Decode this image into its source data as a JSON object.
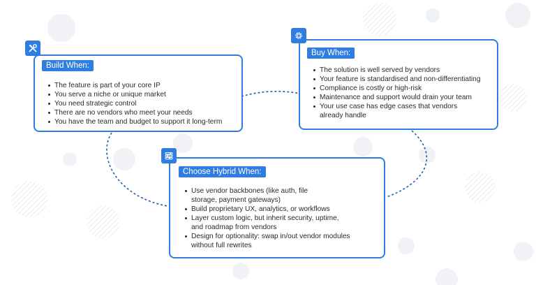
{
  "theme": {
    "accent": "#2f7de1",
    "line": "#1f5fae",
    "decor": "#e9eef6"
  },
  "build": {
    "icon": "tools-icon",
    "title": "Build When:",
    "items": [
      "The feature is part of your core IP",
      "You serve a niche or unique market",
      "You need strategic control",
      "There are no vendors who meet your needs",
      "You have the team and budget to support it long-term"
    ]
  },
  "buy": {
    "icon": "gear-chip-icon",
    "title": "Buy When:",
    "items": [
      "The solution is well served by vendors",
      "Your feature is standardised and non-differentiating",
      "Compliance is costly or high-risk",
      "Maintenance and support would drain your team",
      "Your use case has edge cases that vendors already handle"
    ]
  },
  "hybrid": {
    "icon": "sliders-icon",
    "title": "Choose Hybrid When:",
    "items": [
      "Use vendor backbones (like auth, file storage, payment gateways)",
      "Build proprietary UX, analytics, or workflows",
      "Layer custom logic, but inherit security, uptime, and roadmap from vendors",
      "Design for optionality: swap in/out vendor modules without full rewrites"
    ]
  }
}
